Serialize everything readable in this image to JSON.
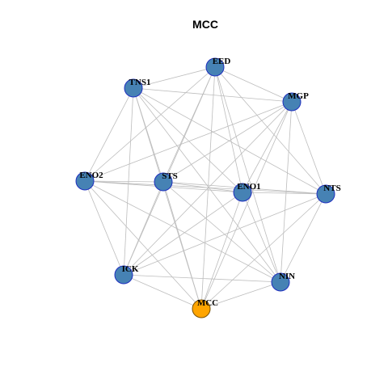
{
  "title": "MCC",
  "colors": {
    "node_fill": "#4682b4",
    "node_stroke": "#1f2fbf",
    "highlight_fill": "#ffa500",
    "highlight_stroke": "#7a5200",
    "edge": "#bdbdbd",
    "background": "#ffffff"
  },
  "nodes": [
    {
      "id": "EED",
      "label": "EED",
      "highlight": false
    },
    {
      "id": "TNS1",
      "label": "TNS1",
      "highlight": false
    },
    {
      "id": "MGP",
      "label": "MGP",
      "highlight": false
    },
    {
      "id": "ENO2",
      "label": "ENO2",
      "highlight": false
    },
    {
      "id": "STS",
      "label": "STS",
      "highlight": false
    },
    {
      "id": "ENO1",
      "label": "ENO1",
      "highlight": false
    },
    {
      "id": "NTS",
      "label": "NTS",
      "highlight": false
    },
    {
      "id": "ICK",
      "label": "ICK",
      "highlight": false
    },
    {
      "id": "NIN",
      "label": "NIN",
      "highlight": false
    },
    {
      "id": "MCC",
      "label": "MCC",
      "highlight": true
    }
  ],
  "edges": [
    [
      "EED",
      "TNS1"
    ],
    [
      "EED",
      "MGP"
    ],
    [
      "EED",
      "ENO2"
    ],
    [
      "EED",
      "STS"
    ],
    [
      "EED",
      "ENO1"
    ],
    [
      "EED",
      "NTS"
    ],
    [
      "EED",
      "ICK"
    ],
    [
      "EED",
      "NIN"
    ],
    [
      "EED",
      "MCC"
    ],
    [
      "TNS1",
      "MGP"
    ],
    [
      "TNS1",
      "ENO2"
    ],
    [
      "TNS1",
      "STS"
    ],
    [
      "TNS1",
      "ENO1"
    ],
    [
      "TNS1",
      "NTS"
    ],
    [
      "TNS1",
      "ICK"
    ],
    [
      "TNS1",
      "NIN"
    ],
    [
      "TNS1",
      "MCC"
    ],
    [
      "MGP",
      "ENO2"
    ],
    [
      "MGP",
      "STS"
    ],
    [
      "MGP",
      "ENO1"
    ],
    [
      "MGP",
      "NTS"
    ],
    [
      "MGP",
      "ICK"
    ],
    [
      "MGP",
      "NIN"
    ],
    [
      "MGP",
      "MCC"
    ],
    [
      "ENO2",
      "STS"
    ],
    [
      "ENO2",
      "ENO1"
    ],
    [
      "ENO2",
      "NTS"
    ],
    [
      "ENO2",
      "ICK"
    ],
    [
      "ENO2",
      "NIN"
    ],
    [
      "ENO2",
      "MCC"
    ],
    [
      "STS",
      "ENO1"
    ],
    [
      "STS",
      "NTS"
    ],
    [
      "STS",
      "ICK"
    ],
    [
      "STS",
      "NIN"
    ],
    [
      "STS",
      "MCC"
    ],
    [
      "ENO1",
      "NTS"
    ],
    [
      "ENO1",
      "ICK"
    ],
    [
      "ENO1",
      "NIN"
    ],
    [
      "ENO1",
      "MCC"
    ],
    [
      "NTS",
      "ICK"
    ],
    [
      "NTS",
      "NIN"
    ],
    [
      "NTS",
      "MCC"
    ],
    [
      "ICK",
      "NIN"
    ],
    [
      "ICK",
      "MCC"
    ],
    [
      "NIN",
      "MCC"
    ]
  ]
}
